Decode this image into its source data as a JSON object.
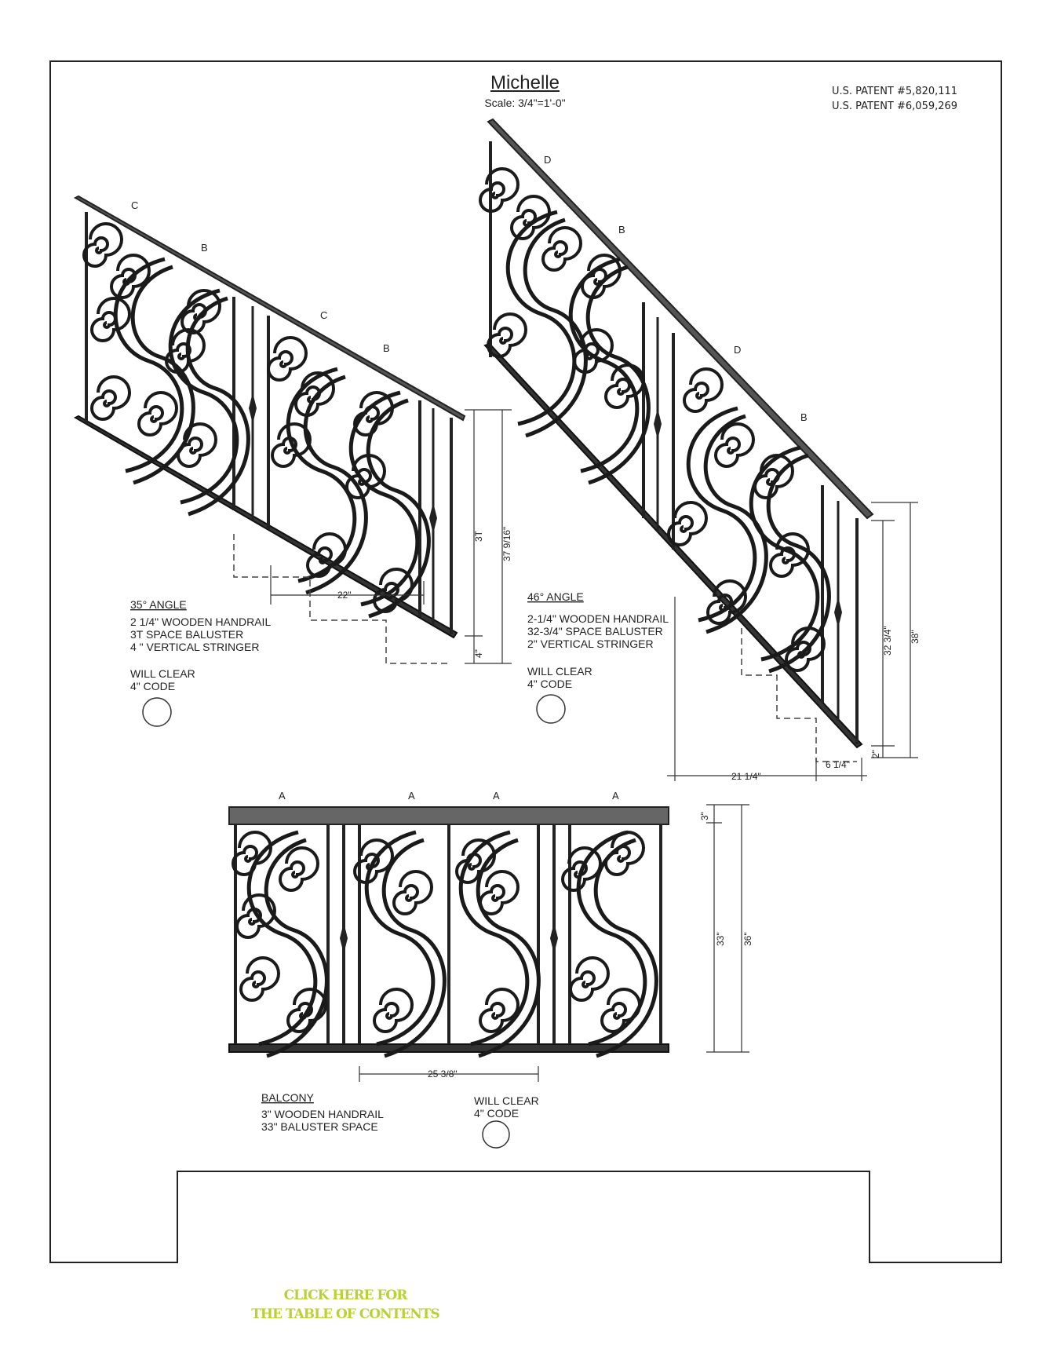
{
  "header": {
    "title": "Michelle",
    "scale": "Scale: 3/4\"=1'-0\"",
    "patents": [
      "U.S. PATENT #5,820,111",
      "U.S. PATENT #6,059,269"
    ]
  },
  "panel_35": {
    "letters": [
      "C",
      "B",
      "C",
      "B"
    ],
    "heading": "35° ANGLE",
    "specs": [
      "2 1/4\" WOODEN HANDRAIL",
      "3T SPACE BALUSTER",
      "4 \" VERTICAL STRINGER"
    ],
    "clear": [
      "WILL CLEAR",
      "4\" CODE"
    ],
    "dims": {
      "height": "37 9/16\"",
      "space": "3T",
      "stringer": "4\"",
      "tread": "22\""
    }
  },
  "panel_46": {
    "letters": [
      "D",
      "B",
      "D",
      "B"
    ],
    "heading": "46° ANGLE",
    "specs": [
      "2-1/4\" WOODEN HANDRAIL",
      "32-3/4\" SPACE BALUSTER",
      "2\" VERTICAL STRINGER"
    ],
    "clear": [
      "WILL CLEAR",
      "4\" CODE"
    ],
    "dims": {
      "height": "38\"",
      "space": "32 3/4\"",
      "stringer": "2\"",
      "run": "21 1/4\"",
      "rise": "6 1/4\""
    }
  },
  "balcony": {
    "letters": [
      "A",
      "A",
      "A",
      "A"
    ],
    "heading": "BALCONY",
    "specs": [
      "3\" WOODEN HANDRAIL",
      "33\" BALUSTER SPACE"
    ],
    "clear": [
      "WILL CLEAR",
      "4\" CODE"
    ],
    "dims": {
      "height": "36\"",
      "space": "33\"",
      "rail": "3\"",
      "width": "25 3/8\""
    }
  },
  "toc_link": [
    "CLICK HERE FOR",
    "THE TABLE OF CONTENTS"
  ]
}
